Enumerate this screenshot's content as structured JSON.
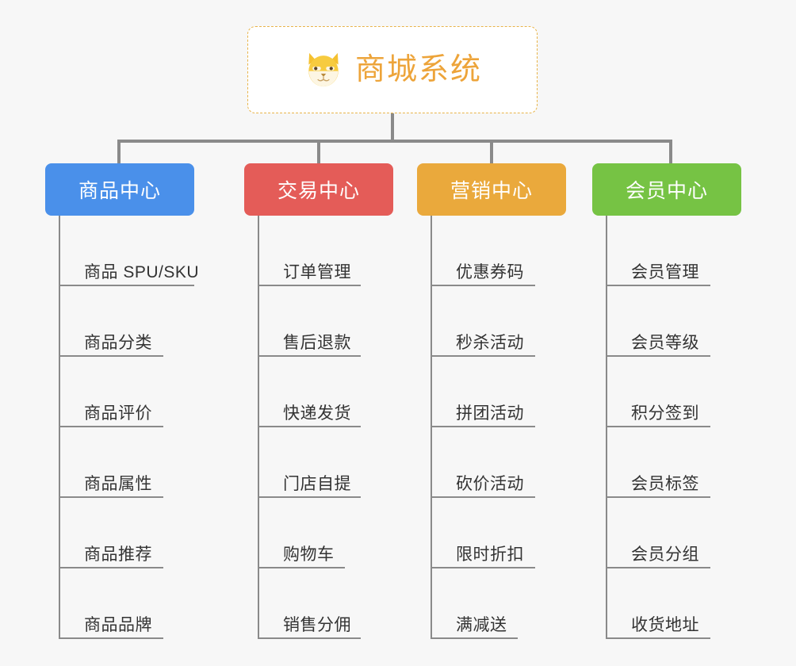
{
  "page": {
    "background_color": "#f7f7f7",
    "line_color": "#8a8a8a"
  },
  "root": {
    "title": "商城系统",
    "icon": "shiba-dog-face-icon",
    "title_color": "#eda43a",
    "border_color": "#e8b44a",
    "background_color": "#ffffff"
  },
  "columns": [
    {
      "id": "product-center",
      "label": "商品中心",
      "color": "#4a90ea",
      "items": [
        {
          "label": "商品 SPU/SKU"
        },
        {
          "label": "商品分类"
        },
        {
          "label": "商品评价"
        },
        {
          "label": "商品属性"
        },
        {
          "label": "商品推荐"
        },
        {
          "label": "商品品牌"
        }
      ]
    },
    {
      "id": "trade-center",
      "label": "交易中心",
      "color": "#e45c58",
      "items": [
        {
          "label": "订单管理"
        },
        {
          "label": "售后退款"
        },
        {
          "label": "快递发货"
        },
        {
          "label": "门店自提"
        },
        {
          "label": "购物车"
        },
        {
          "label": "销售分佣"
        }
      ]
    },
    {
      "id": "marketing-center",
      "label": "营销中心",
      "color": "#eaa93c",
      "items": [
        {
          "label": "优惠券码"
        },
        {
          "label": "秒杀活动"
        },
        {
          "label": "拼团活动"
        },
        {
          "label": "砍价活动"
        },
        {
          "label": "限时折扣"
        },
        {
          "label": "满减送"
        }
      ]
    },
    {
      "id": "member-center",
      "label": "会员中心",
      "color": "#76c344",
      "items": [
        {
          "label": "会员管理"
        },
        {
          "label": "会员等级"
        },
        {
          "label": "积分签到"
        },
        {
          "label": "会员标签"
        },
        {
          "label": "会员分组"
        },
        {
          "label": "收货地址"
        }
      ]
    }
  ]
}
